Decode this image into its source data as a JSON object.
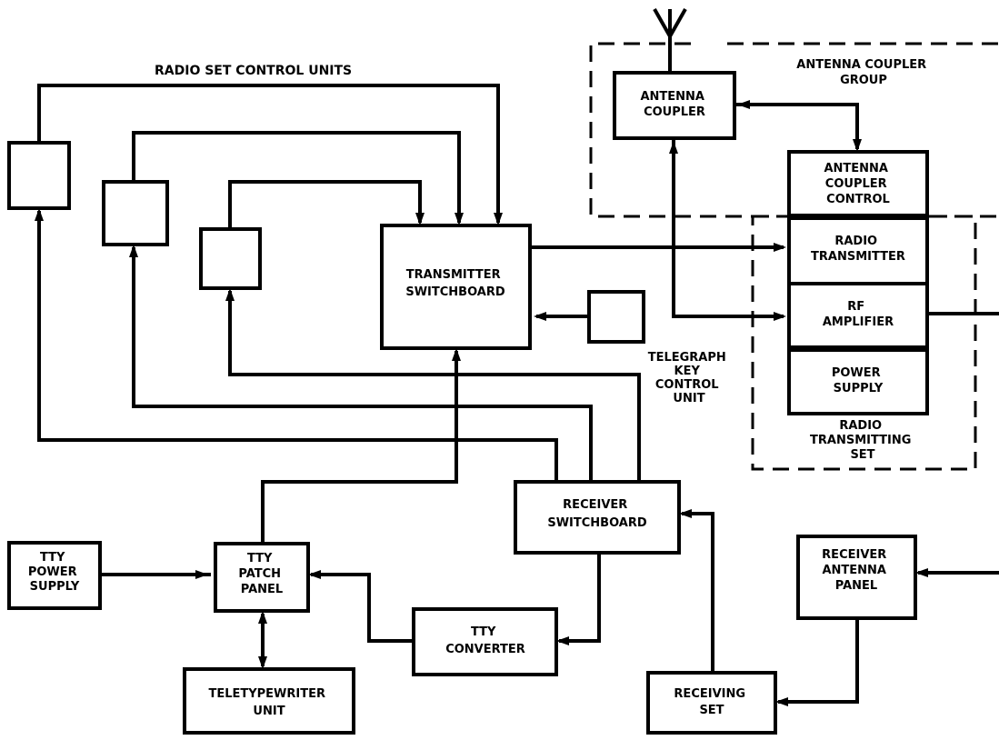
{
  "labels": {
    "radio_set_control_units": "RADIO SET CONTROL UNITS",
    "antenna_coupler_group": [
      "ANTENNA COUPLER",
      "GROUP"
    ],
    "antenna_coupler": [
      "ANTENNA",
      "COUPLER"
    ],
    "antenna_coupler_control": [
      "ANTENNA",
      "COUPLER",
      "CONTROL"
    ],
    "radio_transmitter": [
      "RADIO",
      "TRANSMITTER"
    ],
    "rf_amplifier": [
      "RF",
      "AMPLIFIER"
    ],
    "power_supply": [
      "POWER",
      "SUPPLY"
    ],
    "radio_transmitting_set": [
      "RADIO",
      "TRANSMITTING",
      "SET"
    ],
    "transmitter_switchboard": [
      "TRANSMITTER",
      "SWITCHBOARD"
    ],
    "telegraph_key_control_unit": [
      "TELEGRAPH",
      "KEY",
      "CONTROL",
      "UNIT"
    ],
    "receiver_switchboard": [
      "RECEIVER",
      "SWITCHBOARD"
    ],
    "tty_power_supply": [
      "TTY",
      "POWER",
      "SUPPLY"
    ],
    "tty_patch_panel": [
      "TTY",
      "PATCH",
      "PANEL"
    ],
    "tty_converter": [
      "TTY",
      "CONVERTER"
    ],
    "teletypewriter_unit": [
      "TELETYPEWRITER",
      "UNIT"
    ],
    "receiver_antenna_panel": [
      "RECEIVER",
      "ANTENNA",
      "PANEL"
    ],
    "receiving_set": [
      "RECEIVING",
      "SET"
    ]
  }
}
